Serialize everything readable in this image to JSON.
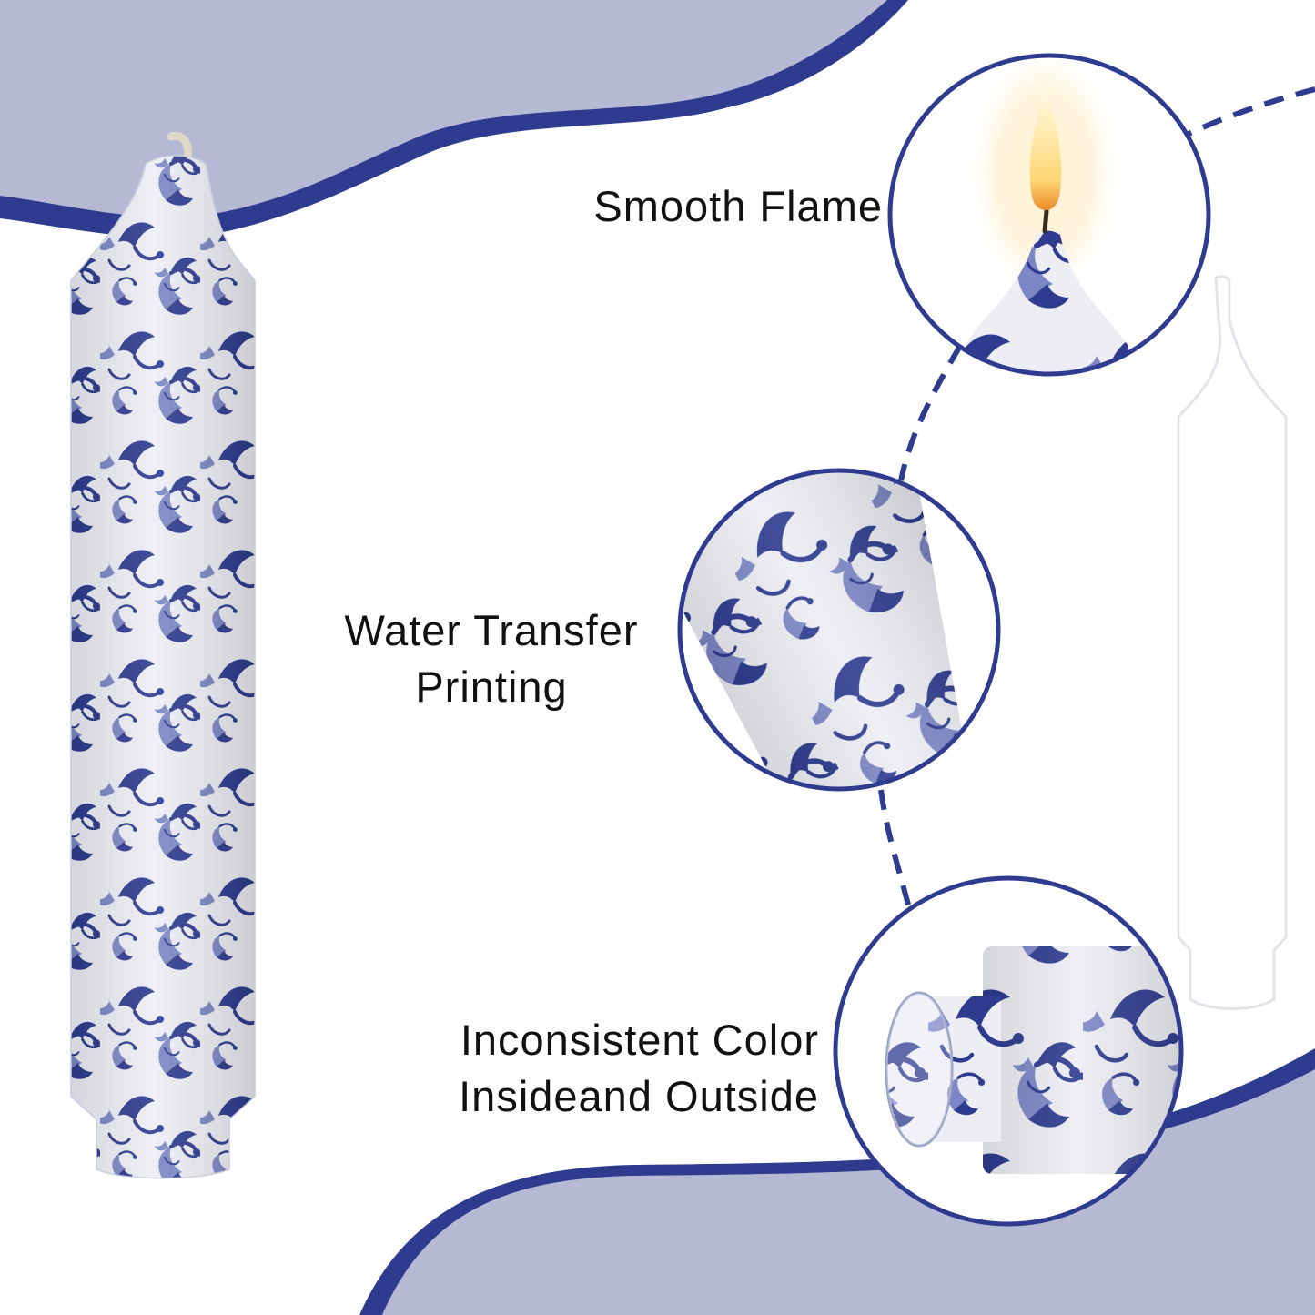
{
  "features": {
    "flame": {
      "lines": [
        "Smooth Flame"
      ]
    },
    "printing": {
      "lines": [
        "Water Transfer",
        "Printing"
      ]
    },
    "color": {
      "lines": [
        "Inconsistent Color",
        "Insideand Outside"
      ]
    }
  },
  "colors": {
    "navy": "#2e3b8f",
    "lavender": "#b6b9d4",
    "candle_white": "#eceef4",
    "pattern_light": "#7d86c6",
    "background": "#ffffff"
  },
  "icons": {
    "main_product": "patterned-taper-candle",
    "flame_detail": "lit-candle-tip",
    "print_detail": "floral-pattern-closeup",
    "base_detail": "candle-base-closeup",
    "silhouette": "plain-candle-silhouette"
  }
}
